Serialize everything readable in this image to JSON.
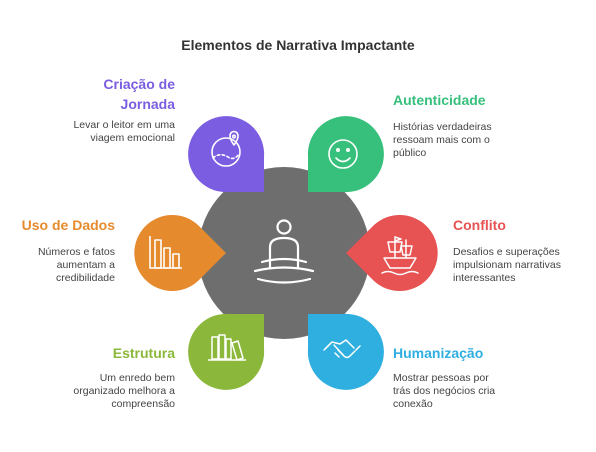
{
  "title": "Elementos de Narrativa Impactante",
  "colors": {
    "hub": "#6e6e6e",
    "hub_icon": "#ffffff",
    "purple": "#7a5de0",
    "green": "#37c07c",
    "red": "#e65352",
    "orange": "#e68a2e",
    "olive": "#8bb83a",
    "blue": "#2faee0"
  },
  "elements": [
    {
      "id": "criacao",
      "title": "Criação de\nJornada",
      "description": "Levar o leitor em uma\nviagem emocional",
      "color": "#7a5de0",
      "icon": "map-pin-icon"
    },
    {
      "id": "autenticidade",
      "title": "Autenticidade",
      "description": "Histórias verdadeiras\nressoam mais com o\npúblico",
      "color": "#37c07c",
      "icon": "smile-icon"
    },
    {
      "id": "uso-dados",
      "title": "Uso de Dados",
      "description": "Números e fatos\naumentam a\ncredibilidade",
      "color": "#e68a2e",
      "icon": "bar-chart-icon"
    },
    {
      "id": "conflito",
      "title": "Conflito",
      "description": "Desafios e superações\nimpulsionam narrativas\ninteressantes",
      "color": "#e65352",
      "icon": "ship-icon"
    },
    {
      "id": "estrutura",
      "title": "Estrutura",
      "description": "Um enredo bem\norganizado melhora a\ncompreensão",
      "color": "#8bb83a",
      "icon": "books-icon"
    },
    {
      "id": "humanizacao",
      "title": "Humanização",
      "description": "Mostrar pessoas por\ntrás dos negócios cria\nconexão",
      "color": "#2faee0",
      "icon": "handshake-icon"
    }
  ]
}
